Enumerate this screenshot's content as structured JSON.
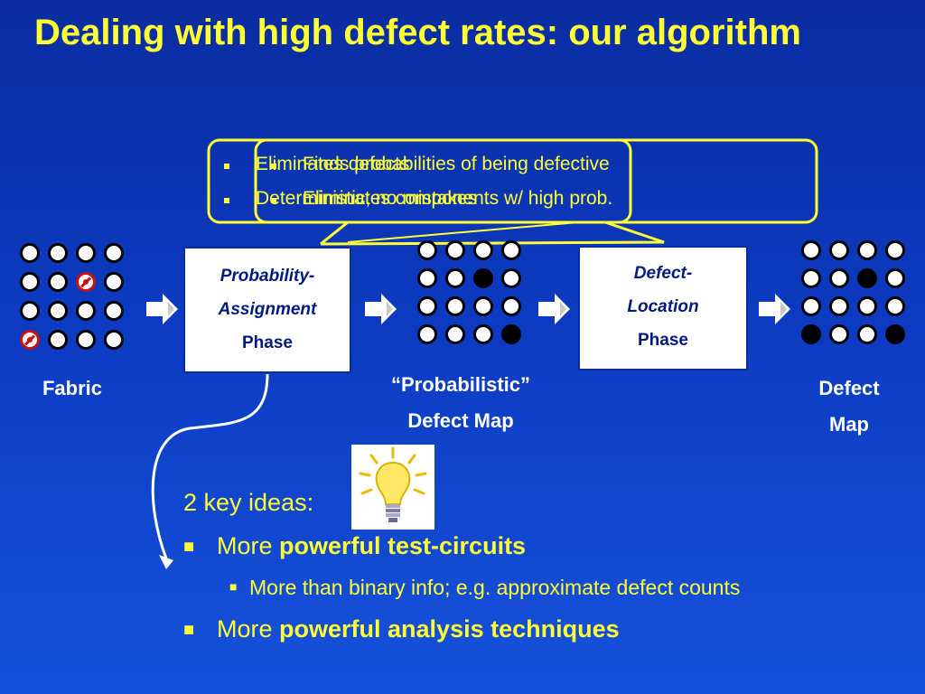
{
  "slide": {
    "title": "Dealing with high defect rates: our algorithm"
  },
  "callout": {
    "left_items": [
      "Finds probabilities of being defective",
      "Eliminates components w/ high prob."
    ],
    "right_items": [
      "Eliminates defects",
      "Deterministic; no mistakes"
    ]
  },
  "diagram": {
    "phase1": {
      "line1": "Probability-",
      "line2": "Assignment",
      "line3": "Phase"
    },
    "phase2": {
      "line1": "Defect-",
      "line2": "Location",
      "line3": "Phase"
    },
    "labels": {
      "fabric": "Fabric",
      "prob_map_line1": "“Probabilistic”",
      "prob_map_line2": "Defect Map",
      "defect_map_line1": "Defect",
      "defect_map_line2": "Map"
    }
  },
  "ideas": {
    "heading": "2 key ideas:",
    "item1_prefix": "More ",
    "item1_bold": "powerful test-circuits",
    "item1_sub": "More than binary info; e.g. approximate defect counts",
    "item2_prefix": "More ",
    "item2_bold": "powerful analysis techniques"
  },
  "colors": {
    "background": "#0c3ac0",
    "title": "#ffff33",
    "callout_border": "#ffff33",
    "phase_text": "#001a80"
  }
}
